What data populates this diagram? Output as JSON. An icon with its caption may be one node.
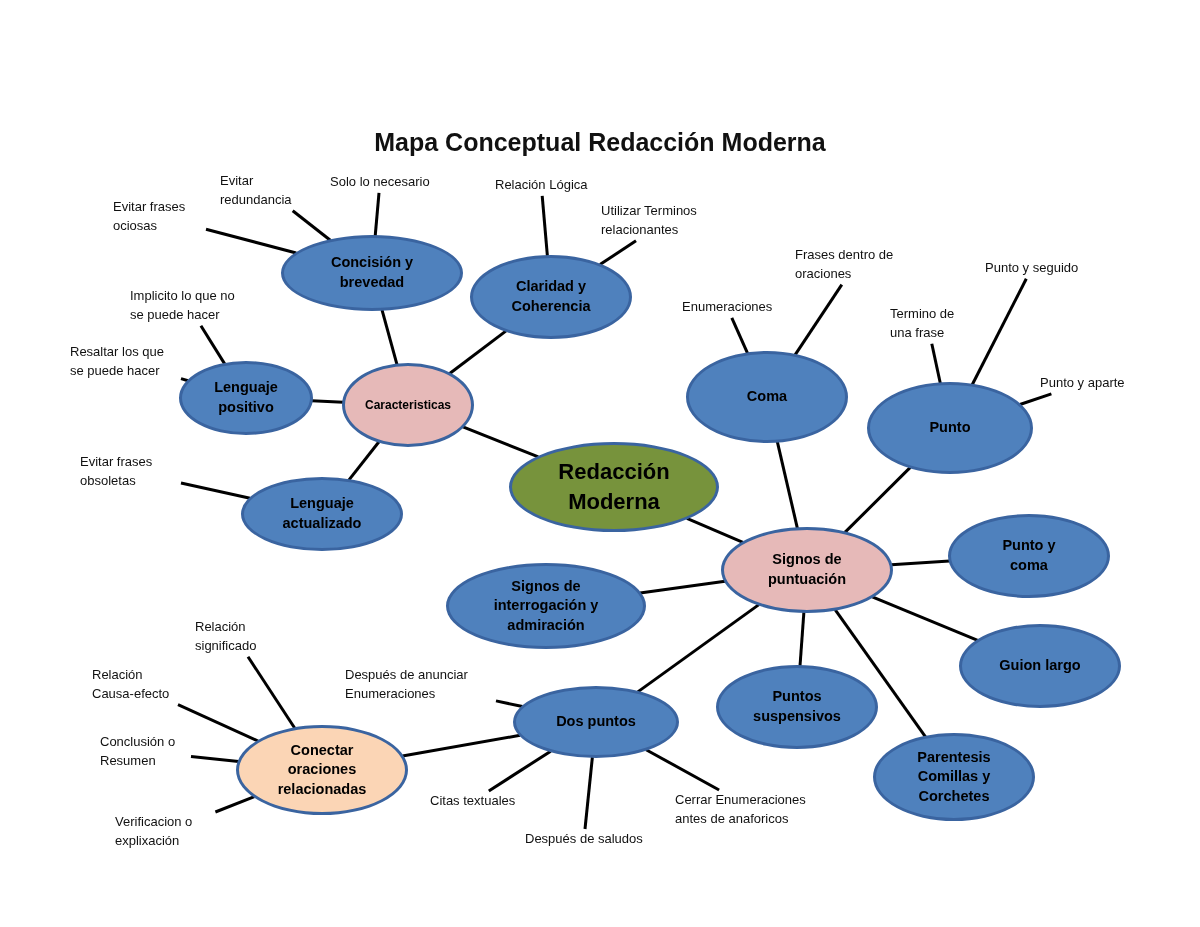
{
  "diagram": {
    "title": "Mapa Conceptual Redacción Moderna",
    "nodes": [
      {
        "text": [
          "Redacción Moderna"
        ]
      },
      {
        "text": [
          "Caracteristicas"
        ]
      },
      {
        "text": [
          "Concisión y brevedad"
        ]
      },
      {
        "text": [
          "Claridad y Coherencia"
        ]
      },
      {
        "text": [
          "Lenguaje positivo"
        ]
      },
      {
        "text": [
          "Lenguaje actualizado"
        ]
      },
      {
        "text": [
          "Signos de puntuación"
        ]
      },
      {
        "text": [
          "Coma"
        ]
      },
      {
        "text": [
          "Punto"
        ]
      },
      {
        "text": [
          "Punto y coma"
        ]
      },
      {
        "text": [
          "Signos de interrogación y admiración"
        ]
      },
      {
        "text": [
          "Guion largo"
        ]
      },
      {
        "text": [
          "Puntos suspensivos"
        ]
      },
      {
        "text": [
          "Parentesis Comillas y Corchetes"
        ]
      },
      {
        "text": [
          "Dos puntos"
        ]
      },
      {
        "text": [
          "Conectar oraciones relacionadas"
        ]
      },
      {
        "text": [
          "Evitar frases ociosas"
        ]
      },
      {
        "text": [
          "Evitar redundancia"
        ]
      },
      {
        "text": [
          "Solo lo necesario"
        ]
      },
      {
        "text": [
          "Relación Lógica"
        ]
      },
      {
        "text": [
          "Utilizar Terminos relacionantes"
        ]
      },
      {
        "text": [
          "Implicito lo que no se puede hacer"
        ]
      },
      {
        "text": [
          "Resaltar los que se puede hacer"
        ]
      },
      {
        "text": [
          "Evitar frases obsoletas"
        ]
      },
      {
        "text": [
          "Enumeraciones"
        ]
      },
      {
        "text": [
          "Frases dentro de oraciones"
        ]
      },
      {
        "text": [
          "Termino de una frase"
        ]
      },
      {
        "text": [
          "Punto y seguido"
        ]
      },
      {
        "text": [
          "Punto y aparte"
        ]
      },
      {
        "text": [
          "Relación significado"
        ]
      },
      {
        "text": [
          "Relación Causa-efecto"
        ]
      },
      {
        "text": [
          "Conclusión o Resumen"
        ]
      },
      {
        "text": [
          "Verificacion o explixación"
        ]
      },
      {
        "text": [
          "Después de anunciar Enumeraciones"
        ]
      },
      {
        "text": [
          "Citas textuales"
        ]
      },
      {
        "text": [
          "Después de saludos"
        ]
      },
      {
        "text": [
          "Cerrar Enumeraciones antes de anaforicos"
        ]
      }
    ],
    "edges": [
      {
        "from": 0,
        "to": 1,
        "arrow": "none"
      },
      {
        "from": 0,
        "to": 6,
        "arrow": "none"
      },
      {
        "from": 1,
        "to": 2,
        "arrow": "none"
      },
      {
        "from": 1,
        "to": 3,
        "arrow": "none"
      },
      {
        "from": 1,
        "to": 4,
        "arrow": "none"
      },
      {
        "from": 1,
        "to": 5,
        "arrow": "none"
      },
      {
        "from": 6,
        "to": 7,
        "arrow": "none"
      },
      {
        "from": 6,
        "to": 8,
        "arrow": "none"
      },
      {
        "from": 6,
        "to": 9,
        "arrow": "none"
      },
      {
        "from": 6,
        "to": 10,
        "arrow": "none"
      },
      {
        "from": 6,
        "to": 11,
        "arrow": "none"
      },
      {
        "from": 6,
        "to": 12,
        "arrow": "none"
      },
      {
        "from": 6,
        "to": 13,
        "arrow": "none"
      },
      {
        "from": 6,
        "to": 14,
        "arrow": "none"
      },
      {
        "from": 14,
        "to": 15,
        "arrow": "none"
      },
      {
        "from": 2,
        "to": 16,
        "arrow": "none"
      },
      {
        "from": 2,
        "to": 17,
        "arrow": "none"
      },
      {
        "from": 2,
        "to": 18,
        "arrow": "none"
      },
      {
        "from": 3,
        "to": 19,
        "arrow": "none"
      },
      {
        "from": 3,
        "to": 20,
        "arrow": "none"
      },
      {
        "from": 4,
        "to": 21,
        "arrow": "none"
      },
      {
        "from": 4,
        "to": 22,
        "arrow": "none"
      },
      {
        "from": 5,
        "to": 23,
        "arrow": "none"
      },
      {
        "from": 7,
        "to": 24,
        "arrow": "none"
      },
      {
        "from": 7,
        "to": 25,
        "arrow": "none"
      },
      {
        "from": 8,
        "to": 26,
        "arrow": "none"
      },
      {
        "from": 8,
        "to": 27,
        "arrow": "none"
      },
      {
        "from": 8,
        "to": 28,
        "arrow": "none"
      },
      {
        "from": 15,
        "to": 29,
        "arrow": "none"
      },
      {
        "from": 15,
        "to": 30,
        "arrow": "none"
      },
      {
        "from": 15,
        "to": 31,
        "arrow": "none"
      },
      {
        "from": 15,
        "to": 32,
        "arrow": "none"
      },
      {
        "from": 14,
        "to": 33,
        "arrow": "none"
      },
      {
        "from": 14,
        "to": 34,
        "arrow": "none"
      },
      {
        "from": 14,
        "to": 35,
        "arrow": "none"
      },
      {
        "from": 14,
        "to": 36,
        "arrow": "none"
      }
    ]
  }
}
